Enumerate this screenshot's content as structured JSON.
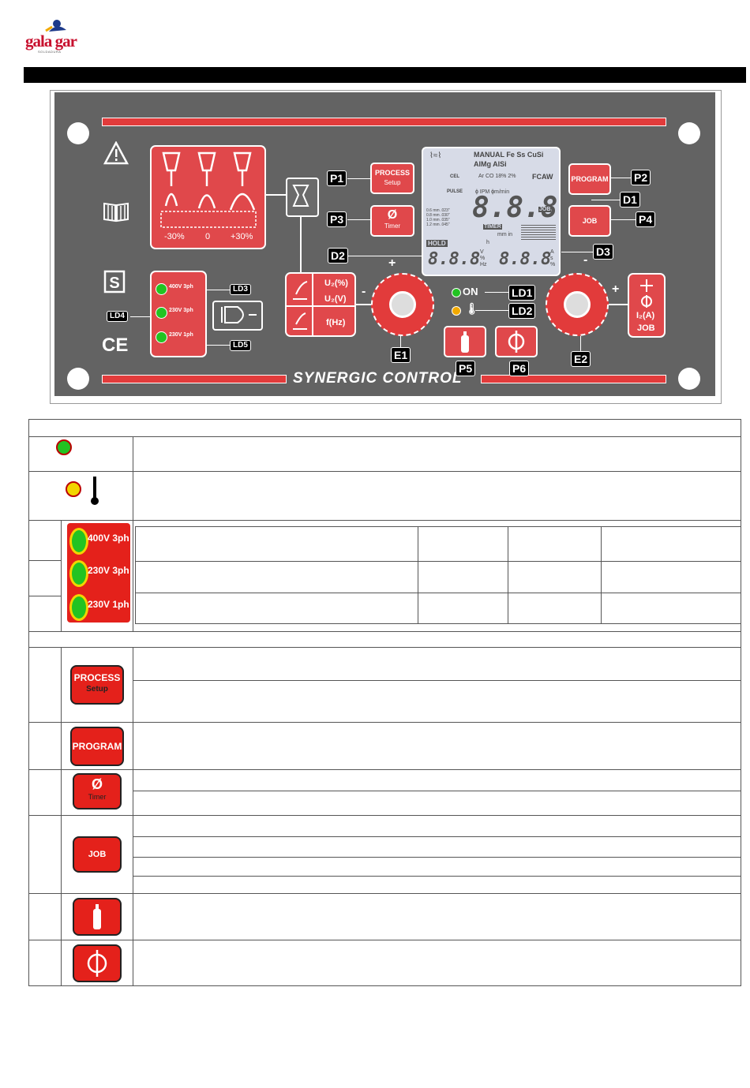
{
  "brand": {
    "logo_word": "gala gar",
    "logo_tagline": "SOLDADURA"
  },
  "panel": {
    "title": "SYNERGIC CONTROL",
    "callouts": {
      "P1": "P1",
      "P2": "P2",
      "P3": "P3",
      "P4": "P4",
      "P5": "P5",
      "P6": "P6",
      "D1": "D1",
      "D2": "D2",
      "D3": "D3",
      "E1": "E1",
      "E2": "E2",
      "LD1": "LD1",
      "LD2": "LD2",
      "LD3": "LD3",
      "LD4": "LD4",
      "LD5": "LD5"
    },
    "wire_scale": {
      "minus": "-30%",
      "zero": "0",
      "plus": "+30%"
    },
    "mains_leds": {
      "a": "400V 3ph",
      "b": "230V 3ph",
      "c": "230V 1ph"
    },
    "buttons": {
      "process": "PROCESS",
      "setup": "Setup",
      "program": "PROGRAM",
      "diameter": "Ø",
      "timer": "Timer",
      "job": "JOB"
    },
    "on_label": "ON",
    "left_block": {
      "u2pct": "U₂(%)",
      "u2v": "U₂(V)",
      "fhz": "f(Hz)"
    },
    "right_block": {
      "i2a": "I₂(A)",
      "job": "JOB"
    },
    "knob_signs": {
      "e1_minus": "-",
      "e1_plus": "+",
      "e2_minus": "-",
      "e2_plus": "+"
    },
    "lcd": {
      "top_line": "MANUAL  Fe  Ss  CuSi",
      "second_line": "AlMg   AlSi",
      "cel": "CEL",
      "gas": "Ar CO  18% 2%",
      "fcaw": "FCAW",
      "pulse": "PULSE",
      "wire_rate": "ɸ IPM  ɸm/min",
      "wire_sizes": [
        "0.6 mm .023\"",
        "0.8 mm .030\"",
        "1.0 mm .035\"",
        "1.2 mm .045\""
      ],
      "main_digits": "8.8.8",
      "job_tag": "JOB",
      "timer_tag": "TIMER",
      "units_mm_in": "mm in",
      "hold": "HOLD",
      "h": "h",
      "left_digits": "8.8.8",
      "right_digits": "8.8.8",
      "left_units": [
        "V",
        "%",
        "Hz"
      ],
      "right_units": [
        "A",
        "s",
        "%"
      ]
    }
  },
  "table_icons": {
    "row_mains_labels": [
      "400V 3ph",
      "230V 3ph",
      "230V 1ph"
    ],
    "process": "PROCESS",
    "setup": "Setup",
    "program": "PROGRAM",
    "diameter": "Ø",
    "timer": "Timer",
    "job": "JOB"
  },
  "colors": {
    "panel_red": "#e0484b",
    "icon_red": "#e4211b",
    "led_green": "#22c322",
    "led_yellow": "#f2d500"
  }
}
